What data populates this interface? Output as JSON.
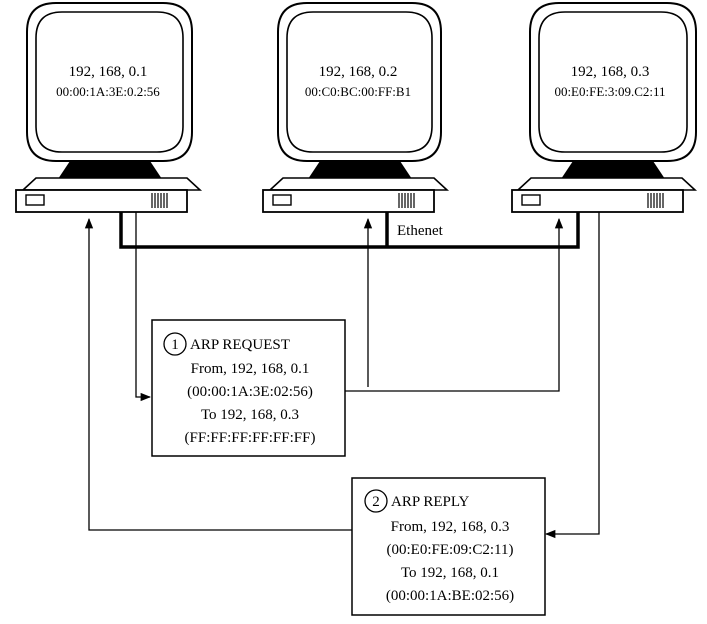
{
  "computers": [
    {
      "ip": "192, 168, 0.1",
      "mac": "00:00:1A:3E:0.2:56"
    },
    {
      "ip": "192, 168, 0.2",
      "mac": "00:C0:BC:00:FF:B1"
    },
    {
      "ip": "192, 168, 0.3",
      "mac": "00:E0:FE:3:09.C2:11"
    }
  ],
  "network_label": "Ethenet",
  "arp_request": {
    "step": "1",
    "title": "ARP REQUEST",
    "from_ip": "From, 192, 168, 0.1",
    "from_mac": "(00:00:1A:3E:02:56)",
    "to_ip": "To 192, 168, 0.3",
    "to_mac": "(FF:FF:FF:FF:FF:FF)"
  },
  "arp_reply": {
    "step": "2",
    "title": "ARP REPLY",
    "from_ip": "From, 192, 168, 0.3",
    "from_mac": "(00:E0:FE:09:C2:11)",
    "to_ip": "To 192, 168, 0.1",
    "to_mac": "(00:00:1A:BE:02:56)"
  }
}
